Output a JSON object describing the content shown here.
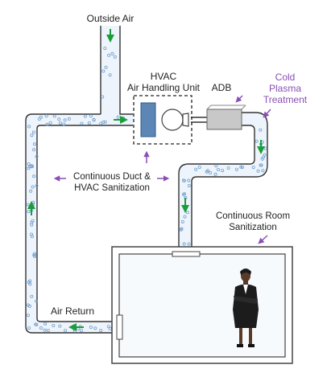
{
  "labels": {
    "outside_air": "Outside Air",
    "hvac_line1": "HVAC",
    "hvac_line2": "Air Handling Unit",
    "adb": "ADB",
    "cold_plasma_line1": "Cold",
    "cold_plasma_line2": "Plasma",
    "cold_plasma_line3": "Treatment",
    "duct_sanitization_line1": "Continuous Duct &",
    "duct_sanitization_line2": "HVAC Sanitization",
    "room_sanitization_line1": "Continuous Room",
    "room_sanitization_line2": "Sanitization",
    "air_return": "Air Return"
  },
  "colors": {
    "duct_outline": "#333333",
    "duct_fill": "#eef4fb",
    "bubble": "#6f9fd0",
    "flow_arrow": "#1a9e3a",
    "annotation_arrow": "#8a4fb5",
    "accent_purple": "#8a4fb5",
    "filter_block": "#5b86b5",
    "adb_unit": "#c8c8c8",
    "room_wall": "#444444"
  },
  "icons": {
    "flow": "green-flow-arrow",
    "annotation": "purple-pointer-arrow",
    "person": "person-silhouette-icon",
    "filter": "hvac-filter-icon",
    "fan": "fan-icon",
    "adb_device": "adb-device-icon"
  }
}
